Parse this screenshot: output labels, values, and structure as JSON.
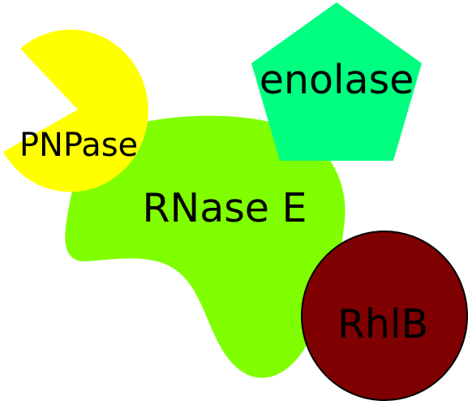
{
  "diagram": {
    "components": [
      {
        "id": "rnase-e",
        "label": "RNase E",
        "color": "#80ff00",
        "shape": "blob"
      },
      {
        "id": "pnpase",
        "label": "PNPase",
        "color": "#ffff00",
        "shape": "pacman"
      },
      {
        "id": "enolase",
        "label": "enolase",
        "color": "#00ff80",
        "shape": "pentagon"
      },
      {
        "id": "rhlb",
        "label": "RhlB",
        "color": "#7f0000",
        "stroke": "#000000",
        "shape": "circle"
      }
    ]
  }
}
